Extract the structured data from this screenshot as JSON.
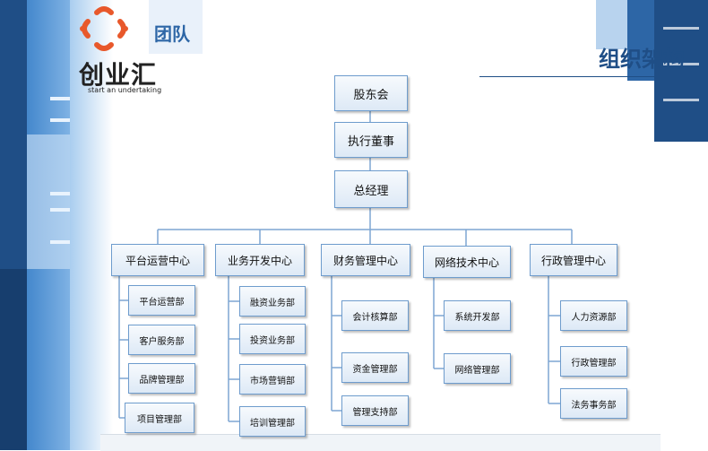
{
  "brand": {
    "logo_text": "创业汇",
    "logo_subtitle": "start an undertaking",
    "section_label": "团队",
    "page_title": "组织架构",
    "colors": {
      "primary": "#1f4e86",
      "accent": "#e8582b",
      "box_border": "#6e9ccd"
    }
  },
  "org": {
    "shareholders": "股东会",
    "exec_director": "执行董事",
    "general_manager": "总经理",
    "centers": [
      {
        "name": "平台运营中心",
        "depts": [
          "平台运营部",
          "客户服务部",
          "品牌管理部",
          "项目管理部"
        ]
      },
      {
        "name": "业务开发中心",
        "depts": [
          "融资业务部",
          "投资业务部",
          "市场营销部",
          "培训管理部"
        ]
      },
      {
        "name": "财务管理中心",
        "depts": [
          "会计核算部",
          "资金管理部",
          "管理支持部"
        ]
      },
      {
        "name": "网络技术中心",
        "depts": [
          "系统开发部",
          "网络管理部"
        ]
      },
      {
        "name": "行政管理中心",
        "depts": [
          "人力资源部",
          "行政管理部",
          "法务事务部"
        ]
      }
    ]
  }
}
